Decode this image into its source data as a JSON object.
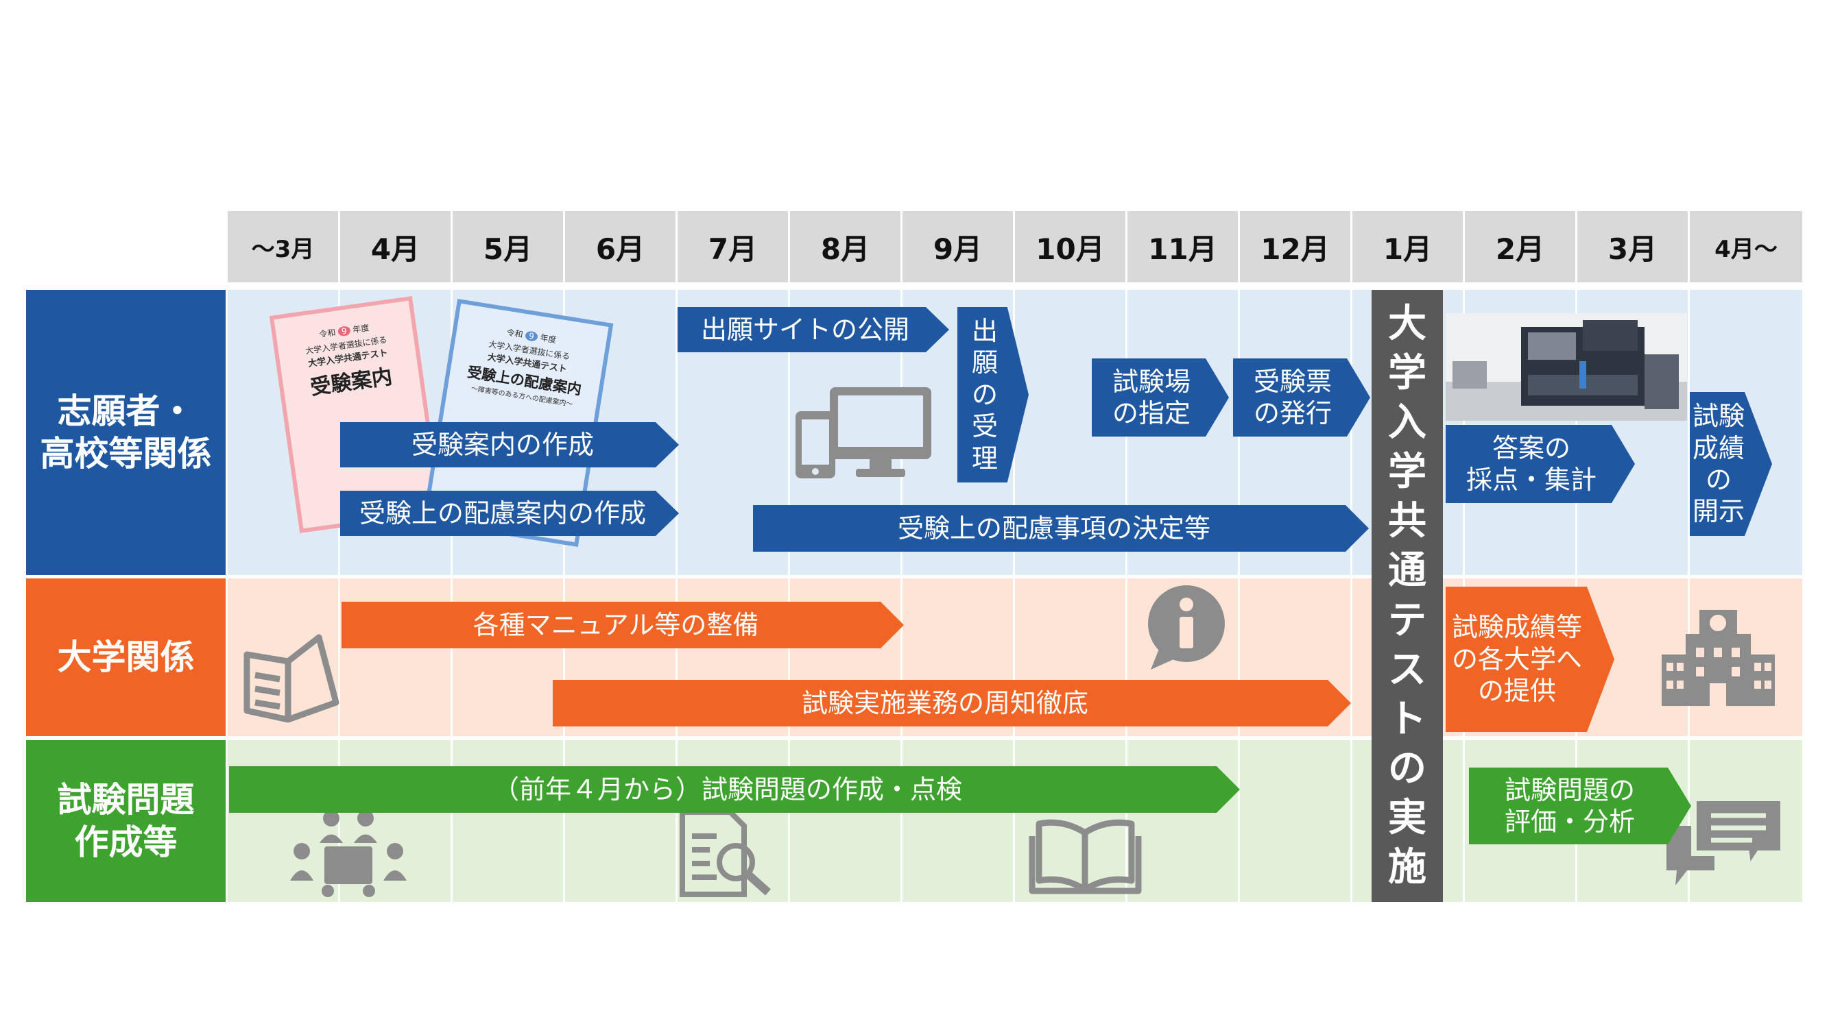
{
  "months": [
    "～3月",
    "4月",
    "5月",
    "6月",
    "7月",
    "8月",
    "9月",
    "10月",
    "11月",
    "12月",
    "1月",
    "2月",
    "3月",
    "4月～"
  ],
  "rows": {
    "applicants": {
      "label_line1": "志願者・",
      "label_line2": "高校等関係",
      "color": "#1f58a0"
    },
    "university": {
      "label": "大学関係",
      "color": "#f06526"
    },
    "questions": {
      "label_line1": "試験問題",
      "label_line2": "作成等",
      "color": "#3da22e"
    }
  },
  "center": {
    "chars": [
      "大",
      "学",
      "入",
      "学",
      "共",
      "通",
      "テ",
      "ス",
      "ト",
      "の",
      "実",
      "施"
    ]
  },
  "arrows": {
    "site_open": "出願サイトの公開",
    "accept": [
      "出",
      "願",
      "の",
      "受",
      "理"
    ],
    "venue_line1": "試験場",
    "venue_line2": "の指定",
    "ticket_line1": "受験票",
    "ticket_line2": "の発行",
    "guide_create": "受験案内の作成",
    "consideration_guide": "受験上の配慮案内の作成",
    "consideration_decide": "受験上の配慮事項の決定等",
    "grading_line1": "答案の",
    "grading_line2": "採点・集計",
    "disclose_line1": "試験",
    "disclose_line2": "成績",
    "disclose_line3": "の",
    "disclose_line4": "開示",
    "manuals": "各種マニュアル等の整備",
    "notify": "試験実施業務の周知徹底",
    "provide_line1": "試験成績等",
    "provide_line2": "の各大学へ",
    "provide_line3": "の提供",
    "create_check": "（前年４月から）試験問題の作成・点検",
    "evaluate_line1": "試験問題の",
    "evaluate_line2": "評価・分析"
  },
  "brochures": {
    "guide": {
      "era": "令和",
      "year": "9",
      "year_suffix": "年度",
      "sub": "大学入学者選抜に係る",
      "name": "大学入学共通テスト",
      "title": "受験案内"
    },
    "consideration": {
      "era": "令和",
      "year": "9",
      "year_suffix": "年度",
      "sub": "大学入学者選抜に係る",
      "name": "大学入学共通テスト",
      "title": "受験上の配慮案内",
      "note": "～障害等のある方への配慮案内～"
    }
  },
  "icons": [
    "brochure-image",
    "computer-icon",
    "grading-machine-image",
    "info-icon",
    "manual-book-icon",
    "university-building-icon",
    "meeting-icon",
    "document-search-icon",
    "open-book-icon",
    "chat-icon"
  ],
  "colors": {
    "blue": "#1f58a0",
    "orange": "#f06526",
    "green": "#3da22e",
    "gray": "#595959",
    "band_blue": "#deeaf6",
    "band_orange": "#fde4d6",
    "band_green": "#e2efd9",
    "icon_gray": "#8c8c8c"
  }
}
